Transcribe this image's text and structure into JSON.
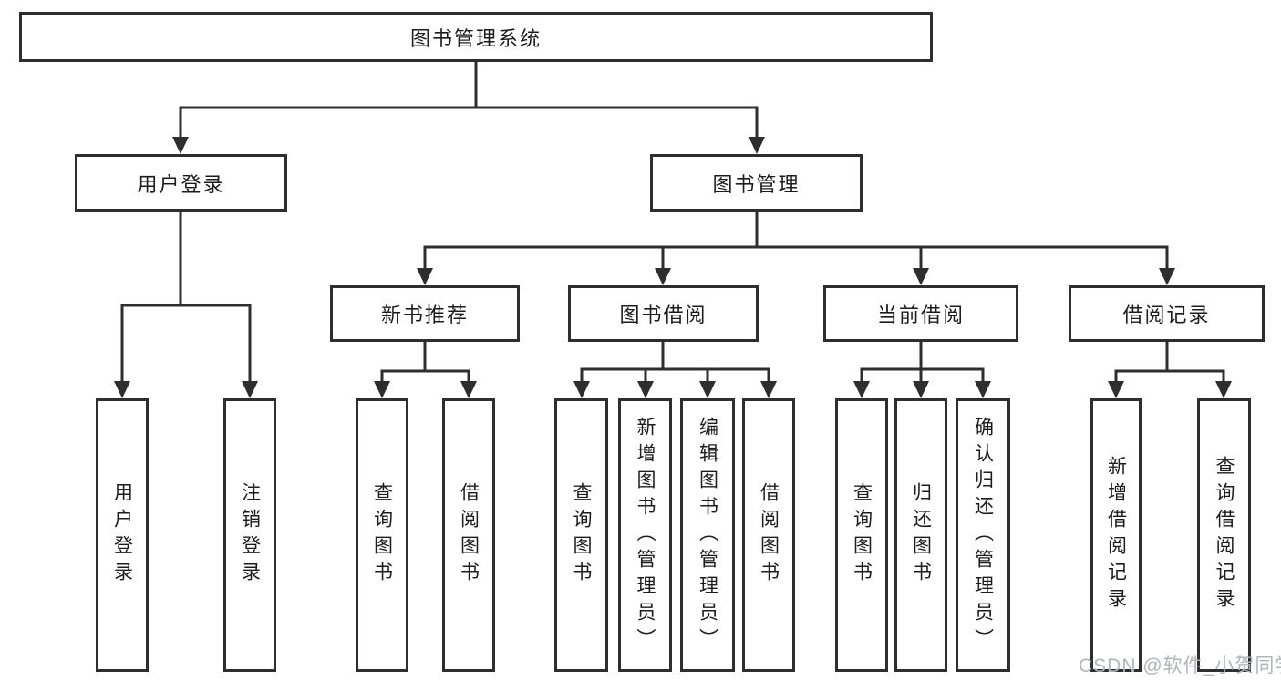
{
  "tree": {
    "root": {
      "label": "图书管理系统"
    },
    "branches": [
      {
        "label": "用户登录",
        "children": [
          {
            "label": "用户登录"
          },
          {
            "label": "注销登录"
          }
        ]
      },
      {
        "label": "图书管理",
        "children": [
          {
            "label": "新书推荐",
            "children": [
              {
                "label": "查询图书"
              },
              {
                "label": "借阅图书"
              }
            ]
          },
          {
            "label": "图书借阅",
            "children": [
              {
                "label": "查询图书"
              },
              {
                "label": "新增图书（管理员）"
              },
              {
                "label": "编辑图书（管理员）"
              },
              {
                "label": "借阅图书"
              }
            ]
          },
          {
            "label": "当前借阅",
            "children": [
              {
                "label": "查询图书"
              },
              {
                "label": "归还图书"
              },
              {
                "label": "确认归还（管理员）"
              }
            ]
          },
          {
            "label": "借阅记录",
            "children": [
              {
                "label": "新增借阅记录"
              },
              {
                "label": "查询借阅记录"
              }
            ]
          }
        ]
      }
    ]
  },
  "watermark": {
    "text": "CSDN @软件_小贺同学"
  },
  "colors": {
    "line": "#2e2e2e",
    "text": "#1c1c1c",
    "watermark": "#b0b6bc",
    "background": "#ffffff"
  }
}
